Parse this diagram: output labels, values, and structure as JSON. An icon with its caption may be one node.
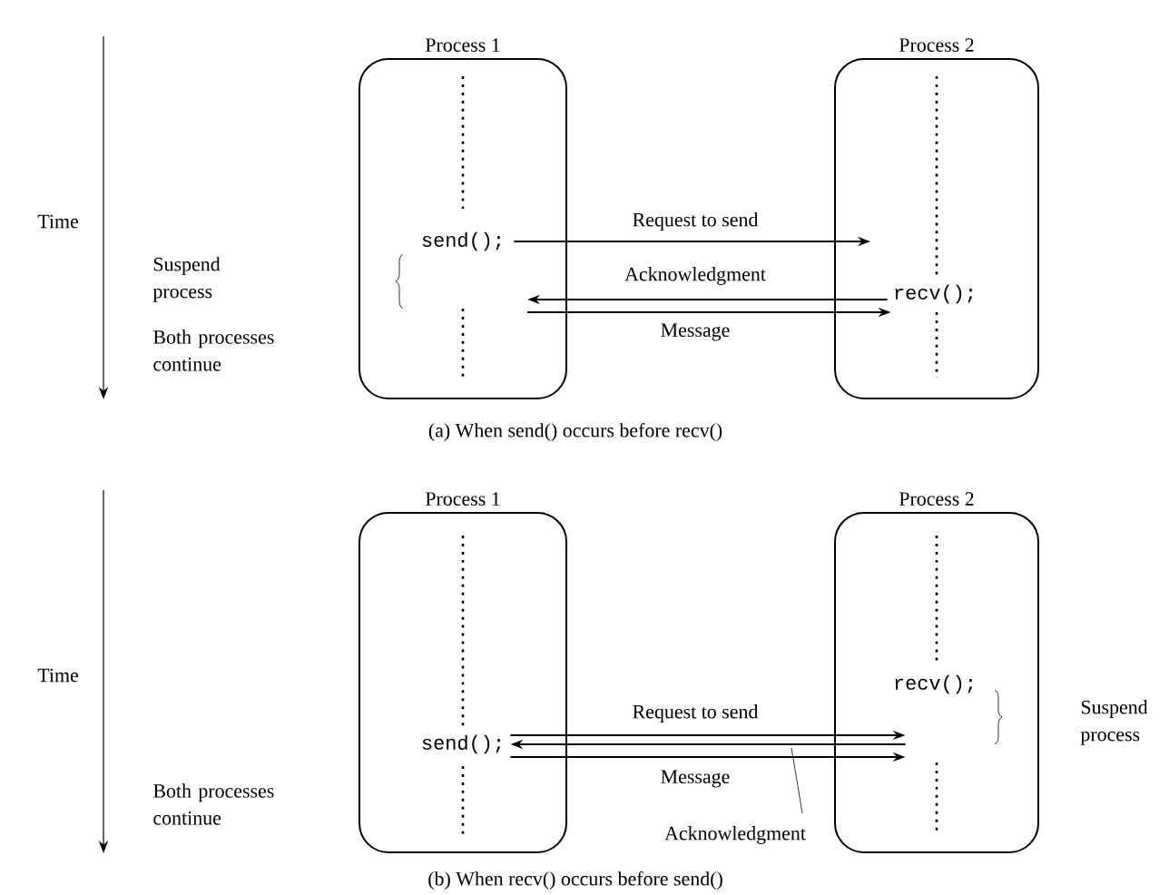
{
  "diagram": {
    "nodes": [
      {
        "text": [
          "Process 1"
        ]
      },
      {
        "text": [
          "Process 2"
        ]
      },
      {
        "text": [
          "send();"
        ],
        "in": 0
      },
      {
        "text": [
          "recv();"
        ],
        "in": 1
      },
      {
        "text": [
          "Process 1"
        ]
      },
      {
        "text": [
          "Process 2"
        ]
      },
      {
        "text": [
          "send();"
        ],
        "in": 4
      },
      {
        "text": [
          "recv();"
        ],
        "in": 5
      }
    ],
    "edges": [
      {
        "from": 2,
        "to": 1,
        "arrow": "to",
        "label": "Request to send"
      },
      {
        "from": 3,
        "to": 0,
        "arrow": "to",
        "label": "Acknowledgment"
      },
      {
        "from": 0,
        "to": 3,
        "arrow": "to",
        "label": "Message"
      },
      {
        "from": 6,
        "to": 7,
        "arrow": "to",
        "label": "Request to send"
      },
      {
        "from": 7,
        "to": 6,
        "arrow": "to",
        "label": "Acknowledgment"
      },
      {
        "from": 6,
        "to": 7,
        "arrow": "to",
        "label": "Message"
      }
    ],
    "labels": [
      "Time",
      "Suspend process",
      "Both processes continue",
      "(a) When send() occurs before recv()",
      "Time",
      "Both processes continue",
      "Suspend process",
      "(b) When recv() occurs before send()"
    ]
  }
}
